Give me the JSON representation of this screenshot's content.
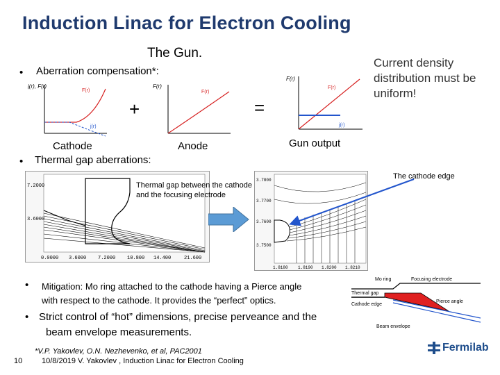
{
  "slide": {
    "title": "Induction Linac for Electron Cooling",
    "subtitle": "The Gun.",
    "bullets": {
      "b1": "Aberration compensation*:",
      "b2": "Thermal gap aberrations:",
      "b3_line1": "Mitigation: Mo ring attached to the cathode having a Pierce angle",
      "b3_line2": "with respect to the cathode. It provides the “perfect” optics.",
      "b4_line1": "Strict control of “hot” dimensions, precise perveance and the",
      "b4_line2": "beam envelope measurements."
    },
    "bullet_symbol": "•",
    "plot_labels": {
      "cathode": "Cathode",
      "anode": "Anode",
      "gun_output": "Gun output",
      "plus": "+",
      "equals": "="
    },
    "side_note": {
      "line1": "Current density",
      "line2": "distribution  must be",
      "line3": "uniform!"
    },
    "thermal_gap_caption": {
      "line1": "Thermal gap between the cathode",
      "line2": "and the focusing electrode"
    },
    "cathode_edge_label": "The cathode edge",
    "left_plot_ticks": {
      "y": [
        "7.2000",
        "3.6000"
      ],
      "x": [
        "0.0000",
        "3.6000",
        "7.2000",
        "10.800",
        "14.400",
        "21.600"
      ]
    },
    "right_plot_ticks": {
      "y": [
        "3.7800",
        "3.7700",
        "3.7600",
        "3.7500"
      ],
      "x": [
        "1.8180",
        "1.8190",
        "1.8200",
        "1.8210"
      ]
    },
    "diagram_labels": {
      "mo_ring": "Mo ring",
      "focusing_electrode": "Focusing electrode",
      "thermal_gap": "Thermal gap",
      "cathode_edge": "Cathode edge",
      "pierce_angle": "Pierce angle",
      "beam_envelope": "Beam envelope"
    },
    "footnote": "*V.P. Yakovlev, O.N. Nezhevenko, et al, PAC2001",
    "footer": {
      "page_number": "10",
      "date_author": "10/8/2019  V. Yakovlev , Induction Linac for Electron Cooling"
    },
    "logo_text": "Fermilab",
    "colors": {
      "title": "#1f3a6e",
      "red_curve": "#d62020",
      "blue_curve": "#2255cc",
      "arrow": "#5b9bd5",
      "logo": "#1f4e8c"
    }
  }
}
